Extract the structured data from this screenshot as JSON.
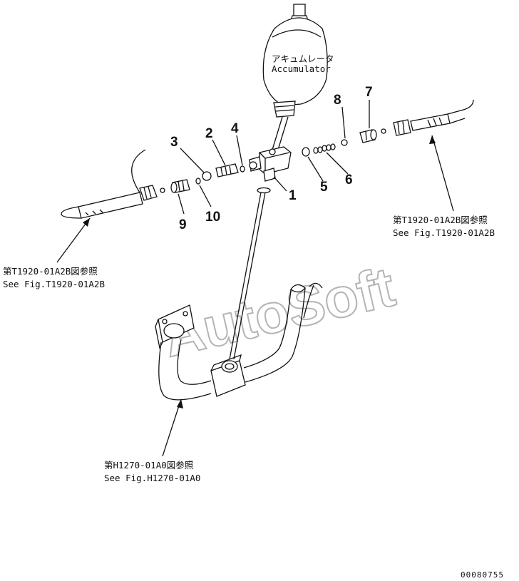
{
  "accumulator": {
    "label_jp": "アキュムレータ",
    "label_en": "Accumulator"
  },
  "callouts": [
    "1",
    "2",
    "3",
    "4",
    "5",
    "6",
    "7",
    "8",
    "9",
    "10"
  ],
  "references": {
    "right": {
      "jp": "第T1920-01A2B図参照",
      "en": "See Fig.T1920-01A2B"
    },
    "left": {
      "jp": "第T1920-01A2B図参照",
      "en": "See Fig.T1920-01A2B"
    },
    "bottom": {
      "jp": "第H1270-01A0図参照",
      "en": "See Fig.H1270-01A0"
    }
  },
  "watermark": "AutoSoft",
  "drawing_number": "00080755"
}
